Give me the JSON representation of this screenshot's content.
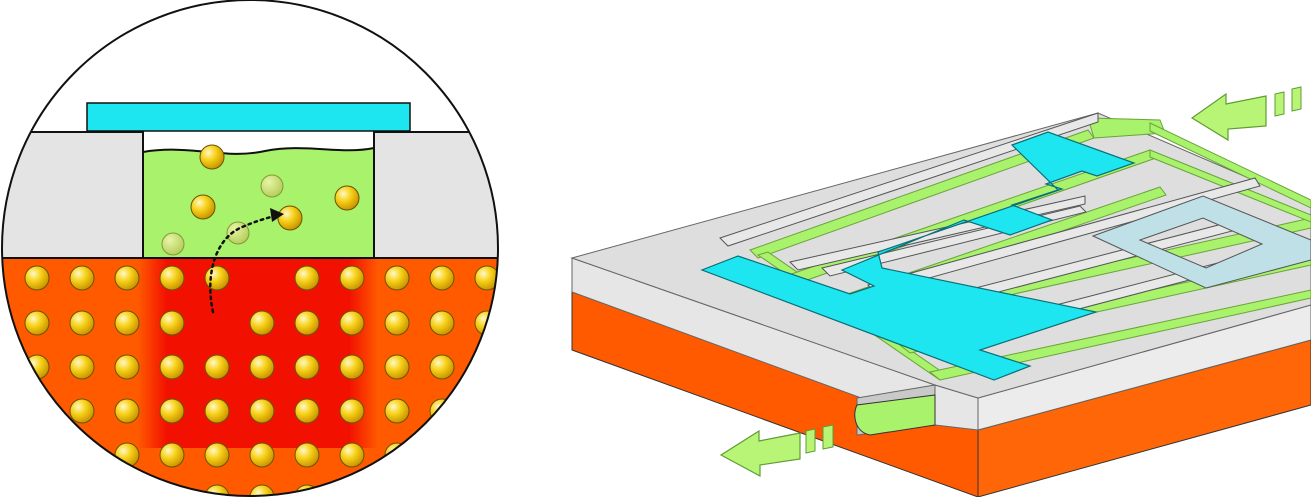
{
  "figure": {
    "panels": [
      {
        "id": "cross-section",
        "kind": "magnified circular cross-section"
      },
      {
        "id": "device",
        "kind": "isometric microfluidic chip"
      }
    ]
  },
  "colors": {
    "substrate": "#ff5a00",
    "substrate_side": "#f04e00",
    "heated_zone": "#f20000",
    "channel_fluid": "#a8f26c",
    "channel_fluid_dark": "#8ed44e",
    "heater": "#1ee6f0",
    "cover": "#e4e4e4",
    "cover_side": "#cfcfcf",
    "particle": "#f6c900",
    "particle_highlight": "#fff7b0",
    "arrow_fill": "#b8f577",
    "sensor_frame": "#bfe0e6",
    "outline": "#111111"
  },
  "icons": {
    "flow_in": "flow-in-arrow-icon",
    "flow_out": "flow-out-arrow-icon",
    "diffusion_path": "dotted-curved-arrow-icon"
  }
}
